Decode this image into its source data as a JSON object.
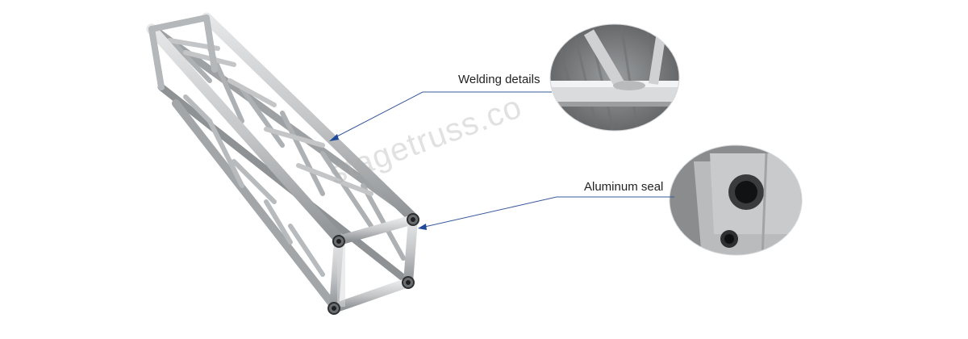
{
  "callouts": {
    "welding_label": "Welding details",
    "seal_label": "Aluminum seal"
  },
  "watermark": "stagetruss.co",
  "colors": {
    "truss_metal": "#c9cbcd",
    "truss_shadow": "#8e9194",
    "leader_line": "#3a5a9a",
    "arrow_head": "#1f4a9a",
    "label_text": "#222222"
  }
}
